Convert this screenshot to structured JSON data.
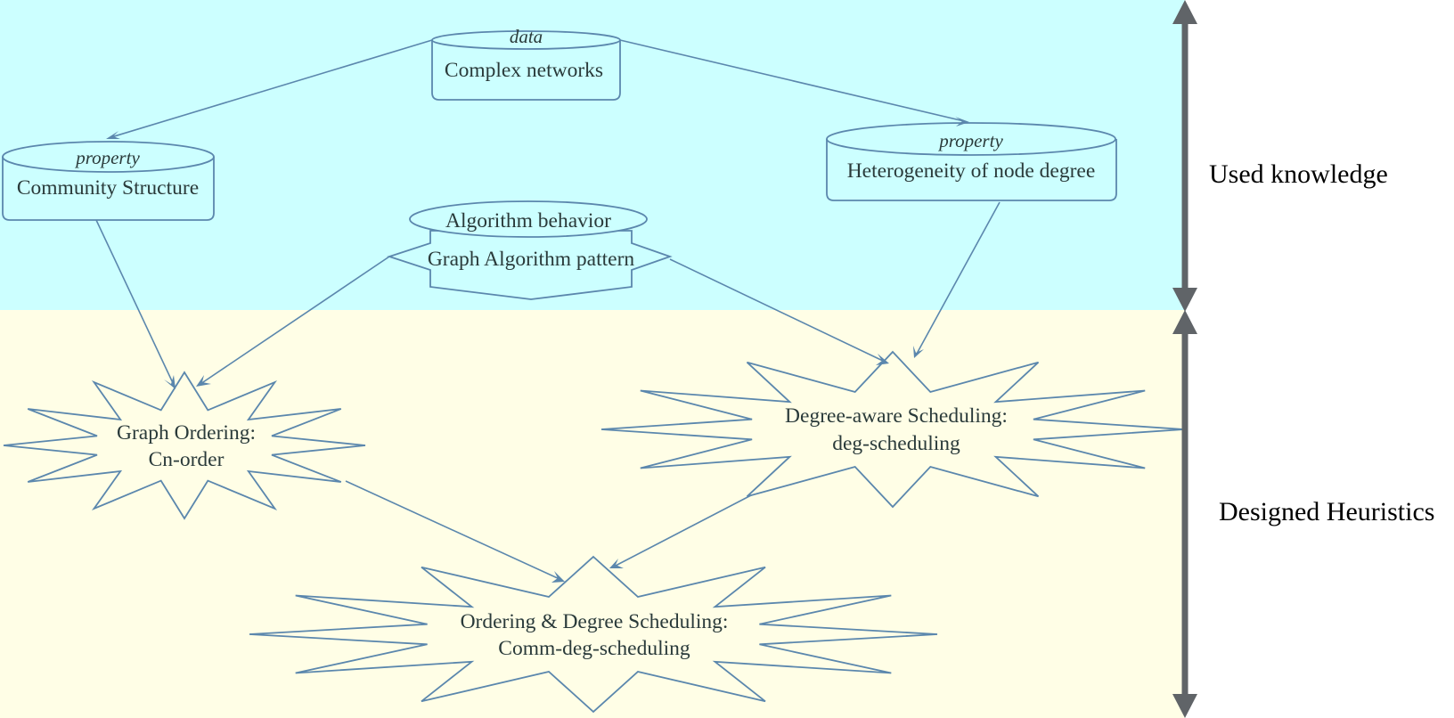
{
  "nodes": {
    "complex_networks": {
      "kind": "data",
      "label": "Complex networks"
    },
    "community_structure": {
      "kind": "property",
      "label": "Community Structure"
    },
    "heterogeneity": {
      "kind": "property",
      "label": "Heterogeneity of node degree"
    },
    "algorithm_behavior": {
      "label": "Algorithm behavior"
    },
    "graph_algorithm_pattern": {
      "label": "Graph Algorithm pattern"
    },
    "graph_ordering": {
      "line1": "Graph Ordering:",
      "line2": "Cn-order"
    },
    "degree_scheduling": {
      "line1": "Degree-aware Scheduling:",
      "line2": "deg-scheduling"
    },
    "combined": {
      "line1": "Ordering & Degree Scheduling:",
      "line2": "Comm-deg-scheduling"
    }
  },
  "sections": {
    "used_knowledge": "Used knowledge",
    "designed_heuristics": "Designed Heuristics"
  },
  "colors": {
    "top_band": "#ccffff",
    "bottom_band": "#fffee6",
    "stroke": "#5b87ad",
    "side_arrow": "#606468"
  }
}
